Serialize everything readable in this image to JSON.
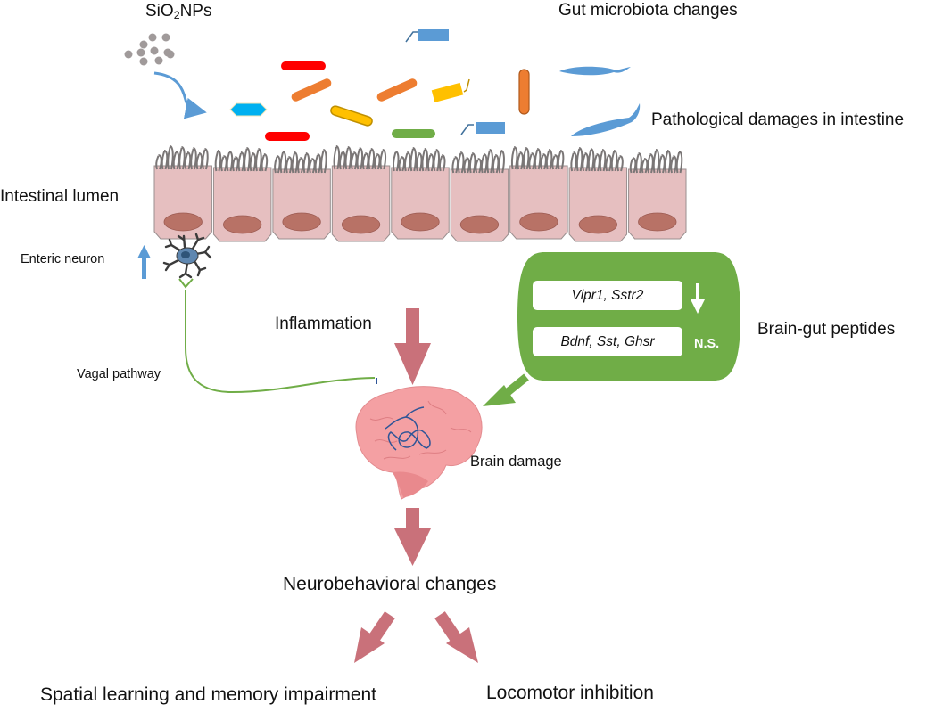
{
  "title": "SiO2NPs gut-brain axis schematic",
  "labels": {
    "sio2_prefix": "SiO",
    "sio2_sub": "2",
    "sio2_suffix": "NPs",
    "gut_microbiota": "Gut microbiota changes",
    "pathological_damage": "Pathological damages in intestine",
    "intestinal_lumen": "Intestinal lumen",
    "enteric_neuron": "Enteric neuron",
    "vagal_pathway": "Vagal pathway",
    "inflammation": "Inflammation",
    "brain_gut_peptides": "Brain-gut peptides",
    "brain_damage": "Brain damage",
    "neurobehavioral": "Neurobehavioral changes",
    "spatial_learning": "Spatial learning and memory impairment",
    "locomotor": "Locomotor inhibition"
  },
  "peptides": {
    "downregulated": "Vipr1, Sstr2",
    "not_significant": "Bdnf, Sst, Ghsr",
    "ns_label": "N.S.",
    "down_icon": "down-arrow-icon"
  },
  "icons": {
    "nanoparticles": "nanoparticle-cluster-icon",
    "bacteria": "bacteria-icons",
    "epithelium": "intestinal-epithelium-illustration",
    "neuron": "enteric-neuron-icon",
    "brain": "brain-icon",
    "up_arrow": "up-arrow-icon"
  },
  "colors": {
    "flow_arrow": "#c9717a",
    "peptide_panel": "#70ad47",
    "cell_fill": "#e6bfc0",
    "nucleus": "#b87266",
    "brain": "#f4a0a3",
    "blue_arrow": "#5b9bd5",
    "vagal": "#70ad47"
  },
  "cell_count": 9
}
